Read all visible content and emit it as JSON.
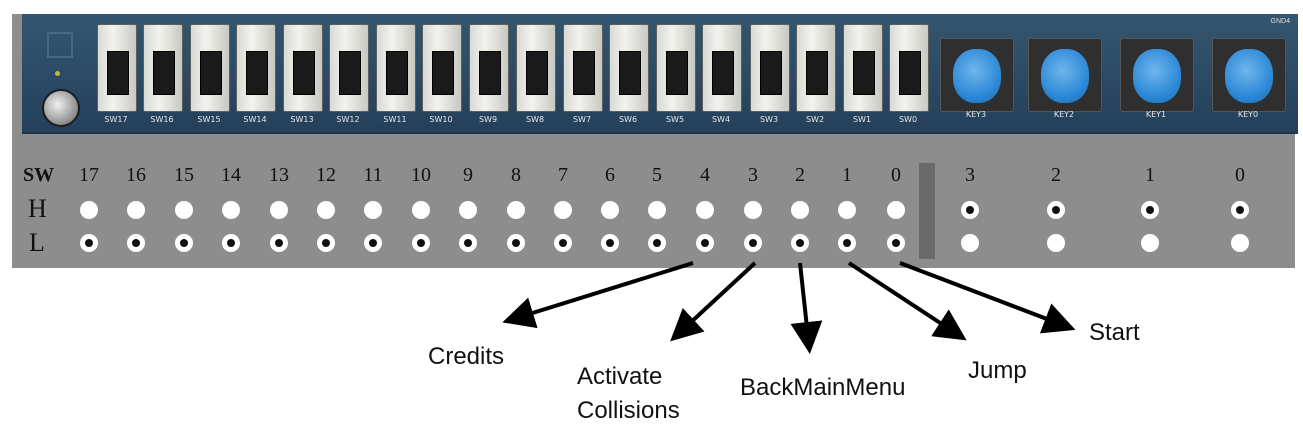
{
  "board": {
    "switch_header": "SW",
    "high_label": "H",
    "low_label": "L",
    "switches": [
      {
        "num": "17",
        "pcb_label": "SW17",
        "state": "L"
      },
      {
        "num": "16",
        "pcb_label": "SW16",
        "state": "L"
      },
      {
        "num": "15",
        "pcb_label": "SW15",
        "state": "L"
      },
      {
        "num": "14",
        "pcb_label": "SW14",
        "state": "L"
      },
      {
        "num": "13",
        "pcb_label": "SW13",
        "state": "L"
      },
      {
        "num": "12",
        "pcb_label": "SW12",
        "state": "L"
      },
      {
        "num": "11",
        "pcb_label": "SW11",
        "state": "L"
      },
      {
        "num": "10",
        "pcb_label": "SW10",
        "state": "L"
      },
      {
        "num": "9",
        "pcb_label": "SW9",
        "state": "L"
      },
      {
        "num": "8",
        "pcb_label": "SW8",
        "state": "L"
      },
      {
        "num": "7",
        "pcb_label": "SW7",
        "state": "L"
      },
      {
        "num": "6",
        "pcb_label": "SW6",
        "state": "L"
      },
      {
        "num": "5",
        "pcb_label": "SW5",
        "state": "L"
      },
      {
        "num": "4",
        "pcb_label": "SW4",
        "state": "L"
      },
      {
        "num": "3",
        "pcb_label": "SW3",
        "state": "L"
      },
      {
        "num": "2",
        "pcb_label": "SW2",
        "state": "L"
      },
      {
        "num": "1",
        "pcb_label": "SW1",
        "state": "L"
      },
      {
        "num": "0",
        "pcb_label": "SW0",
        "state": "L"
      }
    ],
    "keys": [
      {
        "num": "3",
        "pcb_label": "KEY3",
        "state": "H"
      },
      {
        "num": "2",
        "pcb_label": "KEY2",
        "state": "H"
      },
      {
        "num": "1",
        "pcb_label": "KEY1",
        "state": "H"
      },
      {
        "num": "0",
        "pcb_label": "KEY0",
        "state": "H"
      }
    ],
    "gnd_label": "GND4",
    "colors": {
      "board_gray": "#8d8d8d",
      "pcb_blue": "#2d4a62",
      "key_blue": "#2a86d4"
    }
  },
  "annotations": [
    {
      "text": "Credits",
      "switch": "4"
    },
    {
      "text": "Activate\nCollisions",
      "switch": "3"
    },
    {
      "text": "BackMainMenu",
      "switch": "2"
    },
    {
      "text": "Jump",
      "switch": "1"
    },
    {
      "text": "Start",
      "switch": "0"
    }
  ]
}
